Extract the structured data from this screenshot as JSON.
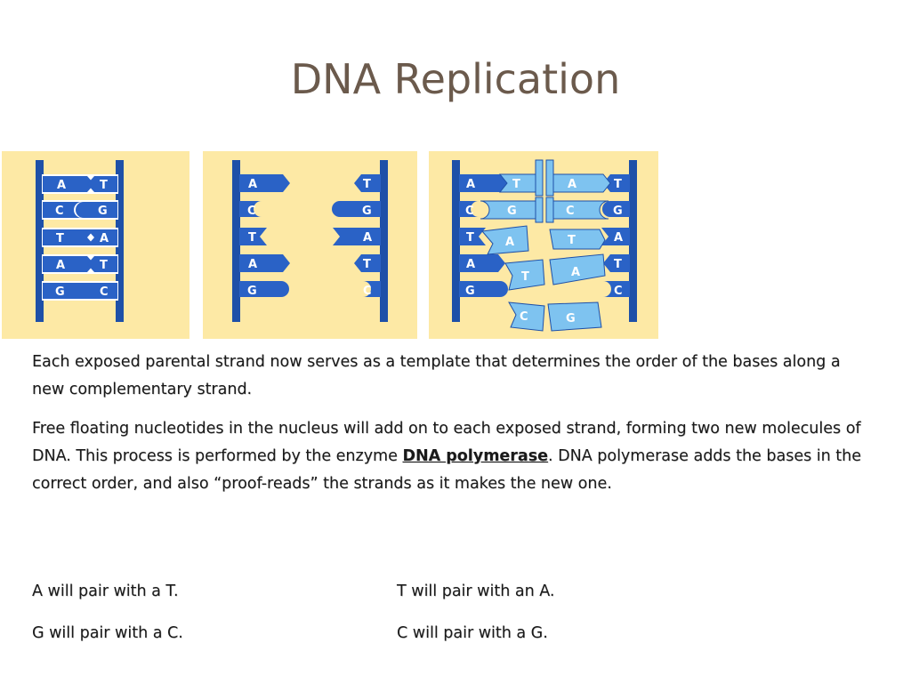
{
  "slide": {
    "title": "DNA Replication",
    "paragraph1": "Each exposed parental strand now serves as a template that determines the order of the bases along a new complementary strand.",
    "paragraph2_part1": "Free floating nucleotides in the nucleus will add on to each exposed strand, forming two new molecules of DNA. This process is performed by the enzyme ",
    "paragraph2_emphasis": "DNA polymerase",
    "paragraph2_part2": ". DNA polymerase adds the bases in the correct order, and also “proof-reads” the strands as it makes the new one.",
    "pairing_rules": [
      "A will pair with a T.",
      "T will pair with an A.",
      "G will pair with a C.",
      "C will pair with a G."
    ]
  },
  "figure": {
    "left_strand": [
      "A",
      "C",
      "T",
      "A",
      "G"
    ],
    "right_strand": [
      "T",
      "G",
      "A",
      "T",
      "C"
    ],
    "colors": {
      "backbone": "#1e50a8",
      "old_base": "#2a62c6",
      "new_base": "#7ec3f0",
      "rung": "#ffffff",
      "background": "#fde9a5"
    }
  }
}
